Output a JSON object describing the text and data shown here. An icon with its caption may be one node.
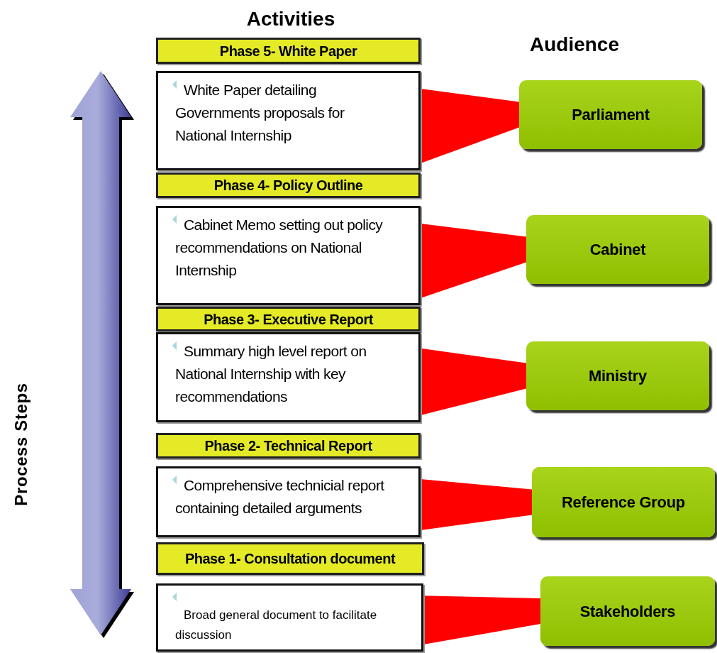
{
  "diagram": {
    "nodes": [
      {
        "text": [
          "Phase 5- White Paper"
        ]
      },
      {
        "text": [
          "White Paper detailing Governments proposals for National Internship"
        ]
      },
      {
        "text": [
          "Parliament"
        ]
      },
      {
        "text": [
          "Phase 4- Policy Outline"
        ]
      },
      {
        "text": [
          "Cabinet Memo setting out policy recommendations on National Internship"
        ]
      },
      {
        "text": [
          "Cabinet"
        ]
      },
      {
        "text": [
          "Phase 3- Executive Report"
        ]
      },
      {
        "text": [
          "Summary high level report on National Internship with key recommendations"
        ]
      },
      {
        "text": [
          "Ministry"
        ]
      },
      {
        "text": [
          "Phase 2- Technical Report"
        ]
      },
      {
        "text": [
          "Comprehensive technicial report containing detailed arguments"
        ]
      },
      {
        "text": [
          "Reference Group"
        ]
      },
      {
        "text": [
          "Phase 1- Consultation document"
        ]
      },
      {
        "text": [
          "Broad general document to facilitate discussion"
        ]
      },
      {
        "text": [
          "Stakeholders"
        ]
      }
    ],
    "edges": [
      {
        "from": 1,
        "to": 2,
        "arrow": "none",
        "style": "thick",
        "color": "#ff0000"
      },
      {
        "from": 4,
        "to": 5,
        "arrow": "none",
        "style": "thick",
        "color": "#ff0000"
      },
      {
        "from": 7,
        "to": 8,
        "arrow": "none",
        "style": "thick",
        "color": "#ff0000"
      },
      {
        "from": 10,
        "to": 11,
        "arrow": "none",
        "style": "thick",
        "color": "#ff0000"
      },
      {
        "from": 13,
        "to": 14,
        "arrow": "none",
        "style": "thick",
        "color": "#ff0000"
      }
    ],
    "labels": [
      "Activities",
      "Audience",
      "Process Steps"
    ]
  }
}
